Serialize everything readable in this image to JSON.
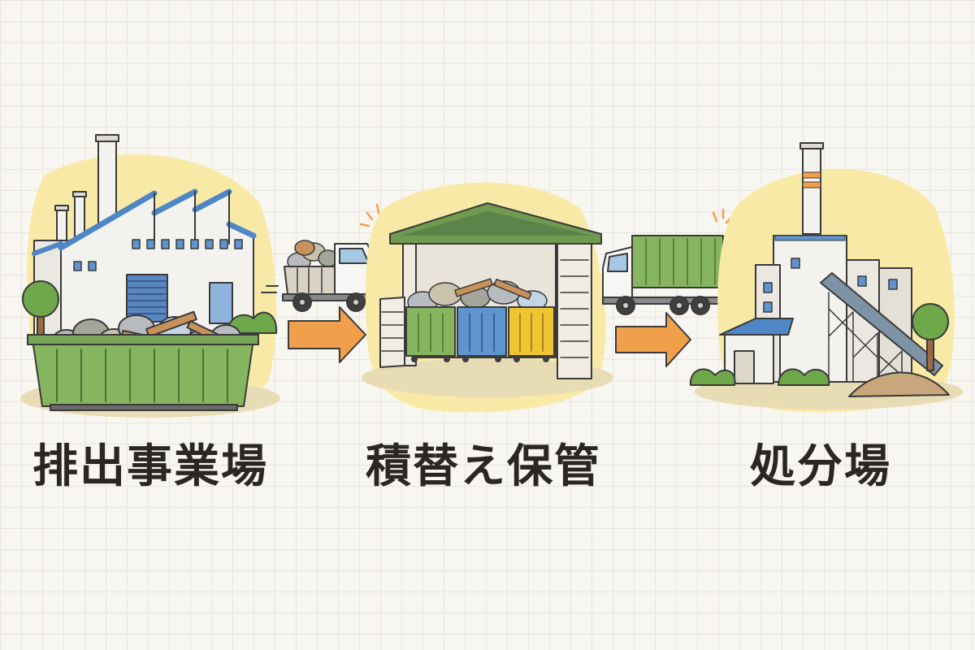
{
  "stages": [
    {
      "label": "排出事業場",
      "icon": "factory-with-waste-container"
    },
    {
      "label": "積替え保管",
      "icon": "transfer-storage-shed-with-bins"
    },
    {
      "label": "処分場",
      "icon": "disposal-plant-with-conveyor"
    }
  ],
  "transport": [
    {
      "icon": "dump-truck-loaded"
    },
    {
      "icon": "container-truck-green"
    }
  ],
  "flow_arrows": [
    {
      "icon": "arrow-right",
      "color": "#f0a04b"
    },
    {
      "icon": "arrow-right",
      "color": "#f0a04b"
    }
  ],
  "colors": {
    "background": "#f8f6f0",
    "grid": "#e9e5dc",
    "blob": "#f8eaa6",
    "container_green": "#86b560",
    "bin_blue": "#5f94cf",
    "bin_yellow": "#f0c534",
    "roof_blue": "#4f86c6",
    "outline": "#3a3a3a",
    "text": "#2a2624"
  }
}
